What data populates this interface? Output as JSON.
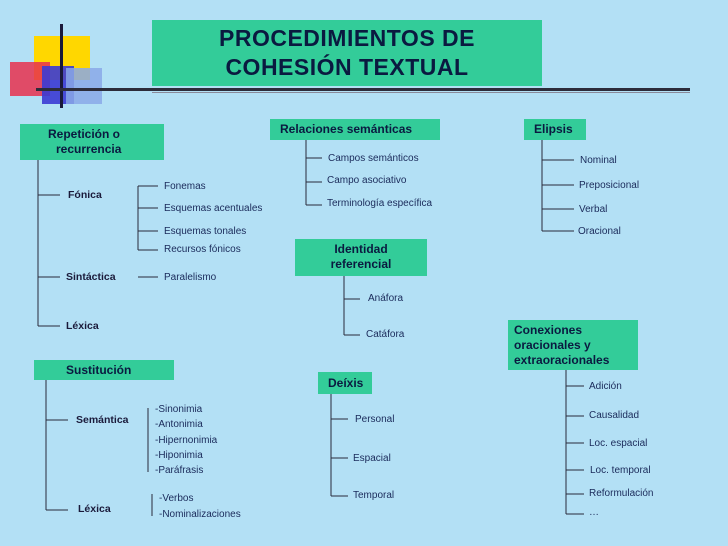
{
  "title": [
    "PROCEDIMIENTOS DE",
    "COHESIÓN TEXTUAL"
  ],
  "repeticion": {
    "header": [
      "Repetición o",
      "recurrencia"
    ],
    "fonica": "Fónica",
    "fonica_items": [
      "Fonemas",
      "Esquemas acentuales",
      "Esquemas tonales",
      "Recursos fónicos"
    ],
    "sintactica": "Sintáctica",
    "sintactica_item": "Paralelismo",
    "lexica": "Léxica"
  },
  "sustitucion": {
    "header": "Sustitución",
    "semantica": "Semántica",
    "semantica_items": [
      "-Sinonimia",
      "-Antonimia",
      "-Hipernonimia",
      "-Hiponimia",
      "-Paráfrasis"
    ],
    "lexica": "Léxica",
    "lexica_items": [
      "-Verbos",
      "-Nominalizaciones"
    ]
  },
  "relaciones": {
    "header": "Relaciones semánticas",
    "items": [
      "Campos semánticos",
      "Campo asociativo",
      "Terminología específica"
    ]
  },
  "identidad": {
    "header": [
      "Identidad",
      "referencial"
    ],
    "items": [
      "Anáfora",
      "Catáfora"
    ]
  },
  "deixis": {
    "header": "Deíxis",
    "items": [
      "Personal",
      "Espacial",
      "Temporal"
    ]
  },
  "elipsis": {
    "header": "Elipsis",
    "items": [
      "Nominal",
      "Preposicional",
      "Verbal",
      "Oracional"
    ]
  },
  "conexiones": {
    "header": [
      "Conexiones",
      "oracionales y",
      "extraoracionales"
    ],
    "items": [
      "Adición",
      "Causalidad",
      "Loc. espacial",
      "Loc. temporal",
      "Reformulación",
      "…"
    ]
  },
  "colors": {
    "box": "#33cc99",
    "background": "#b3e0f5"
  }
}
